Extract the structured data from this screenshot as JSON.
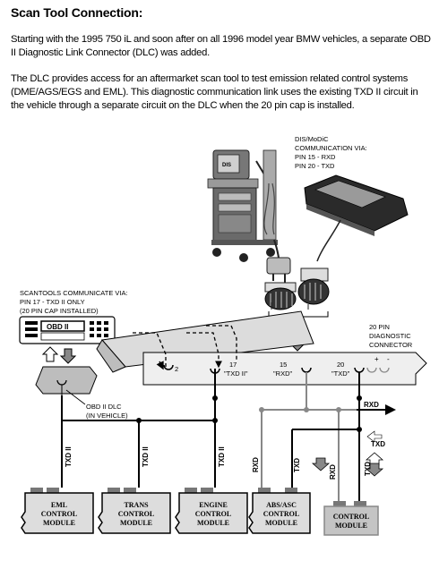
{
  "title": "Scan Tool Connection:",
  "paragraphs": [
    "Starting with the 1995 750 iL and soon    after on all 1996 model year BMW vehicles, a separate OBD II  Diagnostic Link Connector (DLC) was added.",
    "The DLC provides access for an aftermarket scan tool to test emission related control systems (DME/AGS/EGS and EML).  This diagnostic communication link uses the existing TXD II circuit in the vehicle through a separate circuit on the DLC when the 20 pin  cap is installed."
  ],
  "diagram": {
    "dis_label": [
      "DIS/MoDiC",
      "COMMUNICATION VIA:",
      "PIN 15 - RXD",
      "PIN 20 - TXD"
    ],
    "scantool_label": [
      "SCANTOOLS COMMUNICATE VIA:",
      "PIN 17 - TXD II ONLY",
      "(20 PIN CAP INSTALLED)"
    ],
    "scantool_display": "OBD II",
    "dis_screen": "DIS",
    "obd_dlc_label": [
      "OBD II DLC",
      "(IN VEHICLE)"
    ],
    "connector_label": [
      "20 PIN",
      "DIAGNOSTIC",
      "CONNECTOR"
    ],
    "pins": [
      {
        "num": "2",
        "name": ""
      },
      {
        "num": "17",
        "name": "\"TXD II\""
      },
      {
        "num": "15",
        "name": "\"RXD\""
      },
      {
        "num": "20",
        "name": "\"TXD\""
      }
    ],
    "polarity": [
      "+",
      "-"
    ],
    "wire_labels": {
      "rxd_main": "RXD",
      "txd_right": "TXD",
      "txd_ii_1": "TXD II",
      "txd_ii_2": "TXD II",
      "txd_ii_3": "TXD II",
      "rxd_abs": "RXD",
      "txd_abs": "TXD",
      "rxd_arrow": "RXD",
      "txd_arrow": "TXD"
    },
    "modules": [
      [
        "EML",
        "CONTROL",
        "MODULE"
      ],
      [
        "TRANS",
        "CONTROL",
        "MODULE"
      ],
      [
        "ENGINE",
        "CONTROL",
        "MODULE"
      ],
      [
        "ABS/ASC",
        "CONTROL",
        "MODULE"
      ],
      [
        "CONTROL",
        "MODULE"
      ]
    ]
  }
}
